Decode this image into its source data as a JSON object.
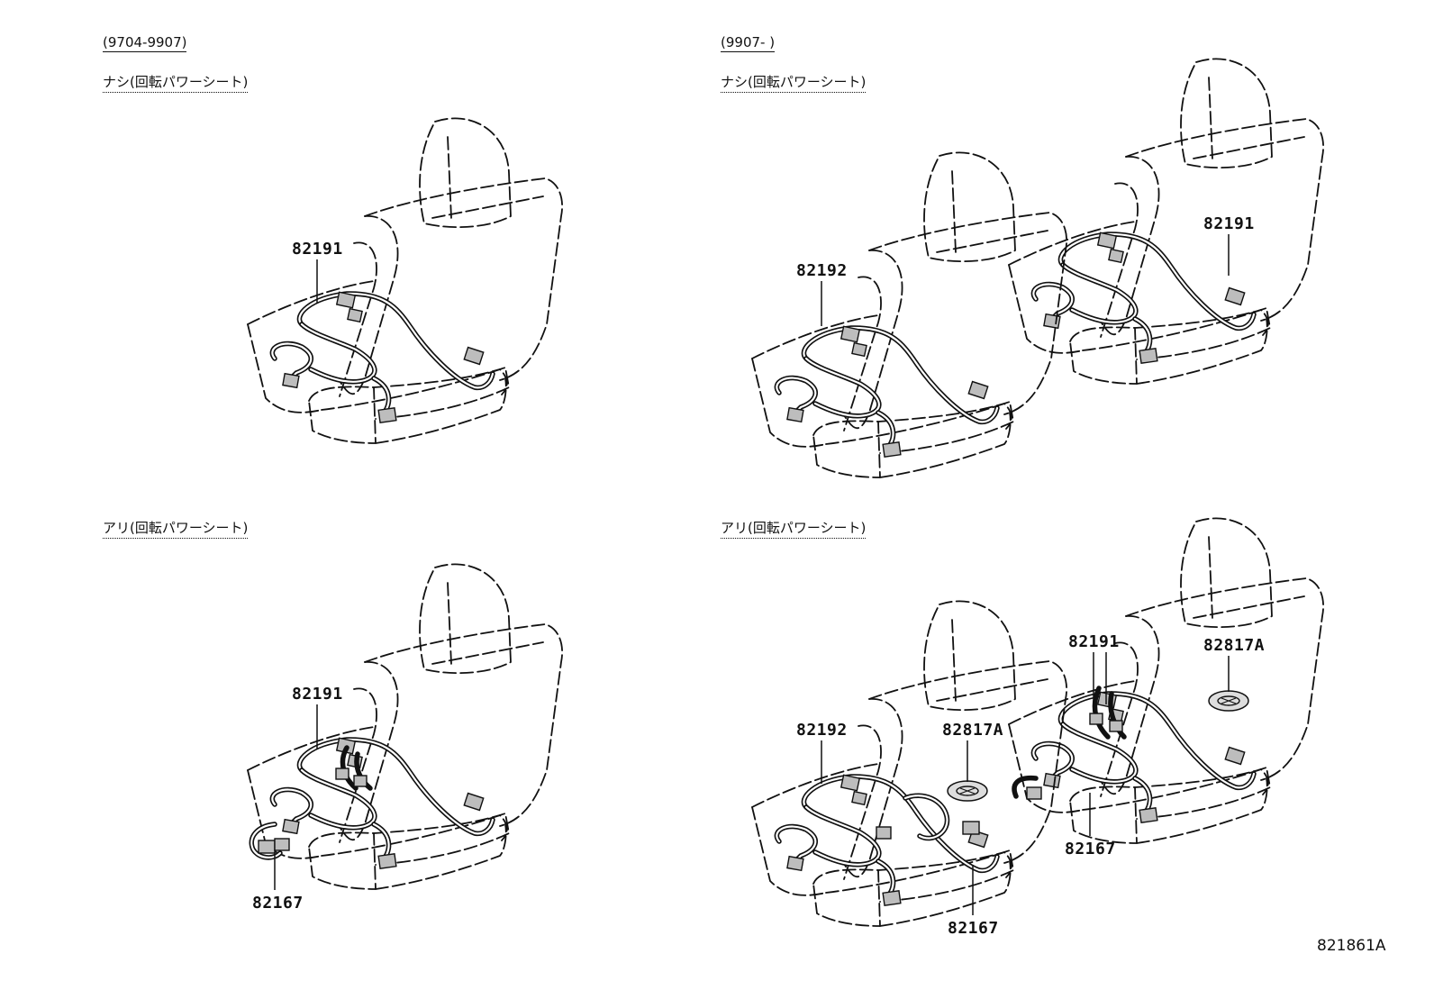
{
  "headers": {
    "date_left": "(9704-9907)",
    "date_right": "(9907-        )",
    "cond_top_left": "ナシ(回転パワーシート)",
    "cond_top_right": "ナシ(回転パワーシート)",
    "cond_bottom_left": "アリ(回転パワーシート)",
    "cond_bottom_right": "アリ(回転パワーシート)"
  },
  "parts": {
    "tl_82191": "82191",
    "tr_82192": "82192",
    "tr_82191": "82191",
    "bl_82191": "82191",
    "bl_82167": "82167",
    "br_82192": "82192",
    "br_82817a_left": "82817A",
    "br_82191": "82191",
    "br_82817a_right": "82817A",
    "br_82167_right": "82167",
    "br_82167_left": "82167"
  },
  "reference_code": "821861A"
}
